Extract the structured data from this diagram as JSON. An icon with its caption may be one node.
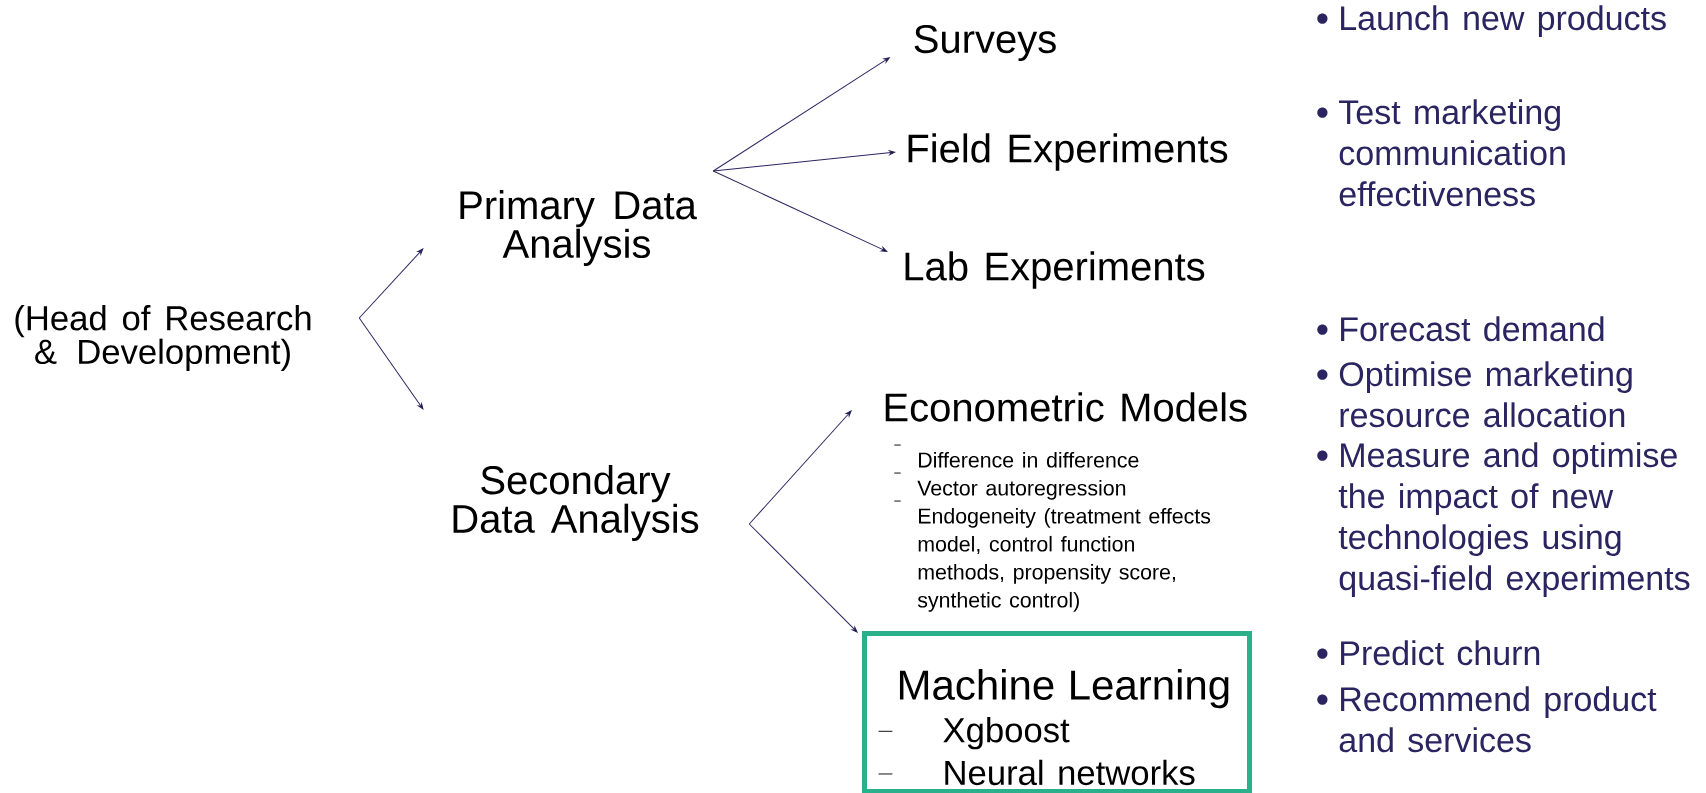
{
  "diagram": {
    "nodes": [
      {
        "text": [
          "(Head of Research & Development)"
        ]
      },
      {
        "text": [
          "Primary Data Analysis"
        ]
      },
      {
        "text": [
          "Secondary Data Analysis"
        ]
      },
      {
        "text": [
          "Surveys"
        ]
      },
      {
        "text": [
          "Field Experiments"
        ]
      },
      {
        "text": [
          "Lab Experiments"
        ]
      },
      {
        "text": [
          "Econometric Models",
          "Difference in difference",
          "Vector autoregression",
          "Endogeneity (treatment effects model, control function methods, propensity score, synthetic control)"
        ]
      },
      {
        "text": [
          "Machine Learning",
          "Xgboost",
          "Neural networks"
        ]
      }
    ],
    "edges": [
      {
        "from": 0,
        "to": 1,
        "arrow": "to"
      },
      {
        "from": 0,
        "to": 2,
        "arrow": "to"
      },
      {
        "from": 1,
        "to": 3,
        "arrow": "to"
      },
      {
        "from": 1,
        "to": 4,
        "arrow": "to"
      },
      {
        "from": 1,
        "to": 5,
        "arrow": "to"
      },
      {
        "from": 2,
        "to": 6,
        "arrow": "to"
      },
      {
        "from": 2,
        "to": 7,
        "arrow": "to"
      }
    ],
    "labels": [
      "Launch new products",
      "Test marketing communication effectiveness",
      "Forecast demand",
      "Optimise marketing resource allocation",
      "Measure and optimise the impact of new technologies using quasi-field experiments",
      "Predict churn",
      "Recommend product and services"
    ]
  }
}
